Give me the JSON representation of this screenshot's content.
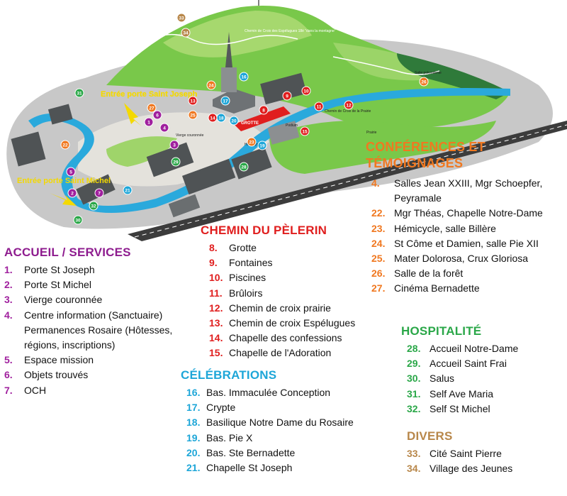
{
  "map": {
    "entrance_labels": [
      "Entrée porte Saint Joseph",
      "Entrée porte Saint Michel"
    ],
    "place_labels": [
      "Chemin de Croix des Espélugues 18è “dans la montagne”",
      "Salle polyvalente",
      "Chemin de Croix de la Prairie",
      "Prairie",
      "Podium",
      "Hémicycle",
      "Vierge couronnée",
      "GROTTE"
    ],
    "markers": [
      "1",
      "2",
      "3",
      "4",
      "5",
      "6",
      "7",
      "8",
      "9",
      "10",
      "11",
      "12",
      "13",
      "14",
      "15",
      "16",
      "17",
      "18",
      "19",
      "20",
      "21",
      "22",
      "23",
      "24",
      "25",
      "26",
      "27",
      "28",
      "29",
      "30",
      "31",
      "32",
      "33",
      "34"
    ],
    "colors": {
      "meadow": "#79c84a",
      "meadow_light": "#a6d86e",
      "river": "#2aa9dc",
      "ground": "#bcbcbc",
      "roofs": "#4f5355",
      "accueil": "#a0209e",
      "chemin": "#e01e1e",
      "celebrations": "#1da6d8",
      "conferences": "#f07820",
      "hospitalite": "#2aa748",
      "divers": "#b8874a"
    }
  },
  "legend": {
    "accueil": {
      "title": "ACCUEIL / SERVICES",
      "items": [
        {
          "num": "1.",
          "label": "Porte St Joseph"
        },
        {
          "num": "2.",
          "label": "Porte St Michel"
        },
        {
          "num": "3.",
          "label": "Vierge couronnée"
        },
        {
          "num": "4.",
          "label": "Centre information (Sanctuaire)",
          "extra": [
            "Permanences Rosaire (Hôtesses,",
            "régions, inscriptions)"
          ]
        },
        {
          "num": "5.",
          "label": "Espace mission"
        },
        {
          "num": "6.",
          "label": "Objets trouvés"
        },
        {
          "num": "7.",
          "label": "OCH"
        }
      ]
    },
    "chemin": {
      "title": "CHEMIN DU PÈLERIN",
      "items": [
        {
          "num": "8.",
          "label": "Grotte"
        },
        {
          "num": "9.",
          "label": "Fontaines"
        },
        {
          "num": "10.",
          "label": "Piscines"
        },
        {
          "num": "11.",
          "label": "Brûloirs"
        },
        {
          "num": "12.",
          "label": "Chemin de croix prairie"
        },
        {
          "num": "13.",
          "label": "Chemin de croix Espélugues"
        },
        {
          "num": "14.",
          "label": "Chapelle des confessions"
        },
        {
          "num": "15.",
          "label": "Chapelle de l'Adoration"
        }
      ]
    },
    "celebrations": {
      "title": "CÉLÉBRATIONS",
      "items": [
        {
          "num": "16.",
          "label": "Bas. Immaculée Conception"
        },
        {
          "num": "17.",
          "label": "Crypte"
        },
        {
          "num": "18.",
          "label": "Basilique Notre Dame du Rosaire"
        },
        {
          "num": "19.",
          "label": "Bas. Pie X"
        },
        {
          "num": "20.",
          "label": "Bas. Ste Bernadette"
        },
        {
          "num": "21.",
          "label": "Chapelle St Joseph"
        }
      ]
    },
    "conferences": {
      "title_line1": "CONFÉRENCES ET",
      "title_line2": "TÉMOIGNAGES",
      "items": [
        {
          "num": "4.",
          "label": "Salles Jean XXIII, Mgr Schoepfer,",
          "extra": [
            "Peyramale"
          ]
        },
        {
          "num": "22.",
          "label": "Mgr Théas, Chapelle Notre-Dame"
        },
        {
          "num": "23.",
          "label": "Hémicycle, salle Billère"
        },
        {
          "num": "24.",
          "label": "St Côme et Damien, salle Pie XII"
        },
        {
          "num": "25.",
          "label": "Mater Dolorosa, Crux Gloriosa"
        },
        {
          "num": "26.",
          "label": "Salle de la forêt"
        },
        {
          "num": "27.",
          "label": "Cinéma Bernadette"
        }
      ]
    },
    "hospitalite": {
      "title": "HOSPITALITÉ",
      "items": [
        {
          "num": "28.",
          "label": "Accueil Notre-Dame"
        },
        {
          "num": "29.",
          "label": "Accueil Saint Frai"
        },
        {
          "num": "30.",
          "label": "Salus"
        },
        {
          "num": "31.",
          "label": "Self Ave Maria"
        },
        {
          "num": "32.",
          "label": "Self St Michel"
        }
      ]
    },
    "divers": {
      "title": "DIVERS",
      "items": [
        {
          "num": "33.",
          "label": "Cité Saint Pierre"
        },
        {
          "num": "34.",
          "label": "Village des Jeunes"
        }
      ]
    }
  }
}
